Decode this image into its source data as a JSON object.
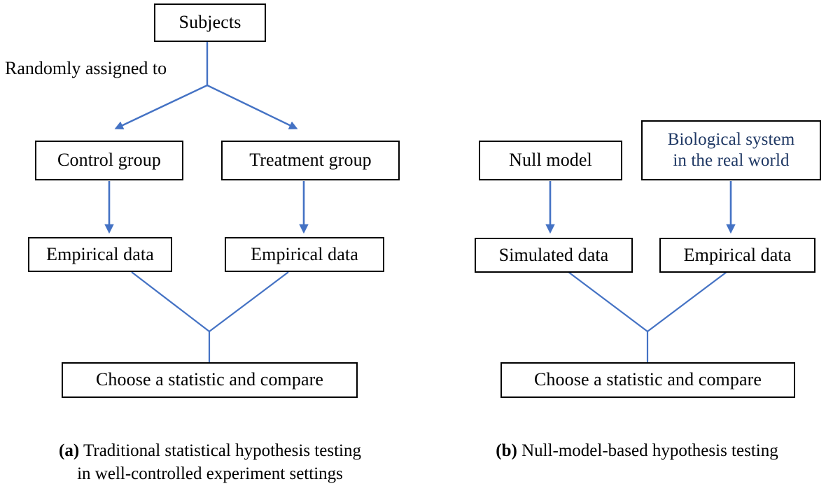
{
  "figure": {
    "colors": {
      "box_border": "#000000",
      "text": "#000000",
      "highlight_text": "#1F3864",
      "connector": "#4472C4",
      "background": "#FFFFFF"
    }
  },
  "panel_a": {
    "label_randomly_assigned": "Randomly assigned to",
    "nodes": {
      "subjects": "Subjects",
      "control_group": "Control group",
      "treatment_group": "Treatment group",
      "empirical_data_left": "Empirical data",
      "empirical_data_right": "Empirical data",
      "choose_statistic": "Choose a statistic and compare"
    },
    "caption": {
      "tag": "(a)",
      "line1": "Traditional statistical hypothesis testing",
      "line2": "in well-controlled experiment settings"
    }
  },
  "panel_b": {
    "nodes": {
      "null_model": "Null model",
      "biological_system_line1": "Biological system",
      "biological_system_line2": "in the real world",
      "simulated_data": "Simulated data",
      "empirical_data": "Empirical data",
      "choose_statistic": "Choose a statistic and compare"
    },
    "caption": {
      "tag": "(b)",
      "line1": "Null-model-based hypothesis testing"
    }
  }
}
